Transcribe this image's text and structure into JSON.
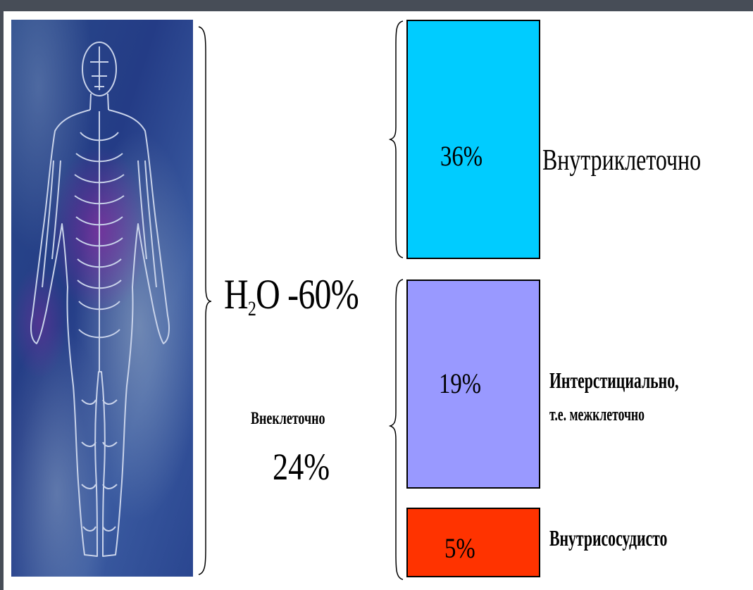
{
  "figure": {
    "illustration": "human-body-outline",
    "total": {
      "prefix": "H",
      "subscript": "2",
      "suffix": "O -60%"
    },
    "extracellular": {
      "label": "Внеклеточно",
      "value": "24%"
    },
    "segments": [
      {
        "value": "36%",
        "label_lines": [
          "Внутриклеточно"
        ],
        "color": "#00ccff"
      },
      {
        "value": "19%",
        "label_lines": [
          "Интерстициально,",
          "т.е. межклеточно"
        ],
        "color": "#9999ff"
      },
      {
        "value": "5%",
        "label_lines": [
          "Внутрисосудисто"
        ],
        "color": "#ff3300"
      }
    ]
  }
}
